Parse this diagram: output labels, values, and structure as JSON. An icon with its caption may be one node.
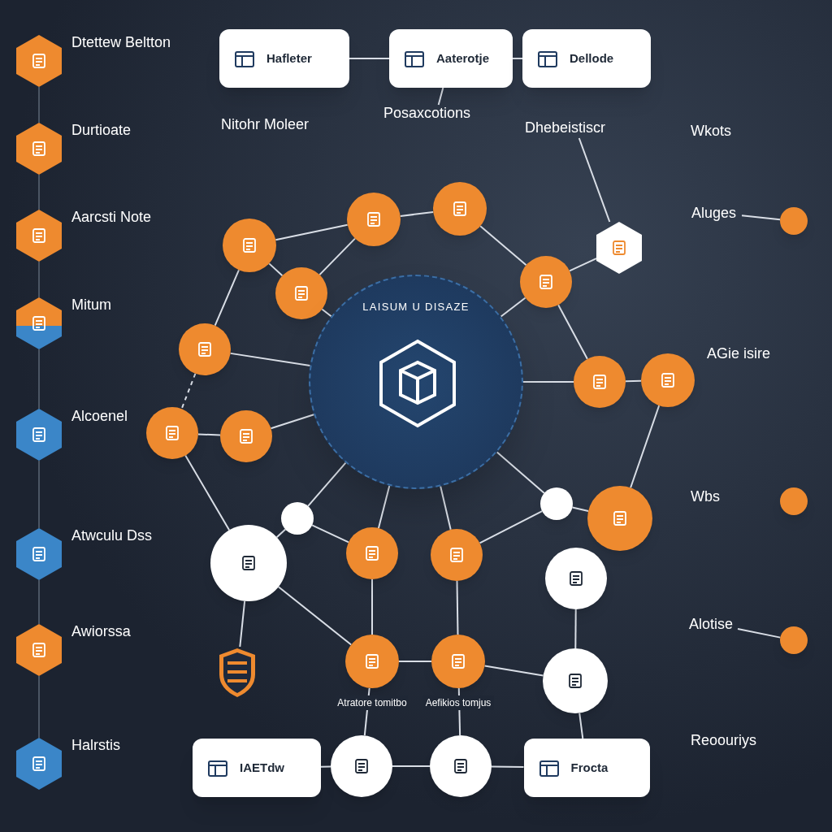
{
  "diagram": {
    "nodes": [
      {
        "text": [],
        "shape": "hexagon",
        "beside": [
          "Dtettew Beltton"
        ]
      },
      {
        "text": [],
        "shape": "hexagon",
        "beside": [
          "Durtioate"
        ]
      },
      {
        "text": [],
        "shape": "hexagon",
        "beside": [
          "Aarcsti Note"
        ]
      },
      {
        "text": [],
        "shape": "hexagon",
        "beside": [
          "Mitum"
        ]
      },
      {
        "text": [],
        "shape": "hexagon",
        "beside": [
          "Alcoenel"
        ]
      },
      {
        "text": [],
        "shape": "hexagon",
        "beside": [
          "Atwculu Dss"
        ]
      },
      {
        "text": [],
        "shape": "hexagon",
        "beside": [
          "Awiorssa"
        ]
      },
      {
        "text": [],
        "shape": "hexagon",
        "beside": [
          "Halrstis"
        ]
      },
      {
        "text": [
          "Hafleter"
        ]
      },
      {
        "text": [
          "Aaterotje"
        ]
      },
      {
        "text": [
          "Dellode"
        ]
      },
      {
        "text": [
          "Posaxcotions"
        ]
      },
      {
        "text": [],
        "shape": "circle"
      },
      {
        "text": [],
        "shape": "circle"
      },
      {
        "text": [],
        "shape": "circle"
      },
      {
        "text": [],
        "shape": "hexagon"
      },
      {
        "text": [],
        "shape": "circle"
      },
      {
        "text": [],
        "shape": "circle"
      },
      {
        "text": [
          "LAISUM U DISAZE"
        ]
      },
      {
        "text": [],
        "shape": "circle"
      },
      {
        "text": [],
        "shape": "circle"
      },
      {
        "text": [],
        "shape": "circle"
      },
      {
        "text": [],
        "shape": "circle"
      },
      {
        "text": [],
        "shape": "circle"
      },
      {
        "text": [],
        "shape": "circle"
      },
      {
        "text": [],
        "shape": "circle"
      },
      {
        "text": [],
        "shape": "circle"
      },
      {
        "text": [],
        "shape": "circle"
      },
      {
        "text": [],
        "shape": "circle"
      },
      {
        "text": [],
        "shape": "circle"
      },
      {
        "text": [],
        "shape": "circle"
      },
      {
        "text": [],
        "shape": "circle"
      },
      {
        "text": [],
        "shape": "circle"
      },
      {
        "text": [],
        "shape": "shield"
      },
      {
        "text": [],
        "shape": "circle"
      },
      {
        "text": [
          "IAETdw"
        ]
      },
      {
        "text": [],
        "shape": "circle"
      },
      {
        "text": [],
        "shape": "circle"
      },
      {
        "text": [
          "Frocta"
        ]
      },
      {
        "text": [
          "Aluges"
        ]
      },
      {
        "text": [],
        "shape": "circle"
      },
      {
        "text": [
          "Alotise"
        ]
      },
      {
        "text": [],
        "shape": "circle"
      },
      {
        "text": [],
        "shape": "circle"
      },
      {
        "text": [
          "Dhebeistiscr"
        ]
      }
    ],
    "edges": [
      {
        "from": 0,
        "to": 1,
        "arrow": "none",
        "color": "#4b5563"
      },
      {
        "from": 1,
        "to": 2,
        "arrow": "none",
        "color": "#4b5563"
      },
      {
        "from": 2,
        "to": 3,
        "arrow": "none",
        "color": "#4b5563"
      },
      {
        "from": 3,
        "to": 4,
        "arrow": "none",
        "color": "#4b5563"
      },
      {
        "from": 4,
        "to": 5,
        "arrow": "none",
        "color": "#4b5563"
      },
      {
        "from": 5,
        "to": 6,
        "arrow": "none",
        "color": "#4b5563"
      },
      {
        "from": 6,
        "to": 7,
        "arrow": "none",
        "color": "#4b5563"
      },
      {
        "from": 8,
        "to": 9,
        "arrow": "none"
      },
      {
        "from": 9,
        "to": 10,
        "arrow": "none"
      },
      {
        "from": 9,
        "to": 11,
        "arrow": "none"
      },
      {
        "from": 14,
        "to": 12,
        "arrow": "none"
      },
      {
        "from": 12,
        "to": 13,
        "arrow": "none"
      },
      {
        "from": 12,
        "to": 16,
        "arrow": "none"
      },
      {
        "from": 13,
        "to": 17,
        "arrow": "none"
      },
      {
        "from": 16,
        "to": 14,
        "arrow": "none"
      },
      {
        "from": 16,
        "to": 18,
        "arrow": "none"
      },
      {
        "from": 14,
        "to": 19,
        "arrow": "none"
      },
      {
        "from": 19,
        "to": 18,
        "arrow": "none"
      },
      {
        "from": 19,
        "to": 22,
        "arrow": "none",
        "style": "dashed"
      },
      {
        "from": 22,
        "to": 23,
        "arrow": "none"
      },
      {
        "from": 23,
        "to": 18,
        "arrow": "none"
      },
      {
        "from": 22,
        "to": 29,
        "arrow": "none"
      },
      {
        "from": 25,
        "to": 18,
        "arrow": "none"
      },
      {
        "from": 25,
        "to": 29,
        "arrow": "none"
      },
      {
        "from": 25,
        "to": 27,
        "arrow": "none"
      },
      {
        "from": 27,
        "to": 18,
        "arrow": "none"
      },
      {
        "from": 28,
        "to": 18,
        "arrow": "none"
      },
      {
        "from": 28,
        "to": 24,
        "arrow": "none"
      },
      {
        "from": 24,
        "to": 18,
        "arrow": "none"
      },
      {
        "from": 24,
        "to": 26,
        "arrow": "none"
      },
      {
        "from": 17,
        "to": 15,
        "arrow": "none"
      },
      {
        "from": 17,
        "to": 18,
        "arrow": "none"
      },
      {
        "from": 17,
        "to": 20,
        "arrow": "none"
      },
      {
        "from": 20,
        "to": 21,
        "arrow": "none"
      },
      {
        "from": 20,
        "to": 18,
        "arrow": "none"
      },
      {
        "from": 21,
        "to": 26,
        "arrow": "none"
      },
      {
        "from": 30,
        "to": 34,
        "arrow": "none"
      },
      {
        "from": 34,
        "to": 32,
        "arrow": "none"
      },
      {
        "from": 27,
        "to": 31,
        "arrow": "none"
      },
      {
        "from": 28,
        "to": 32,
        "arrow": "none"
      },
      {
        "from": 31,
        "to": 32,
        "arrow": "none"
      },
      {
        "from": 31,
        "to": 36,
        "arrow": "none"
      },
      {
        "from": 32,
        "to": 37,
        "arrow": "none"
      },
      {
        "from": 36,
        "to": 37,
        "arrow": "none"
      },
      {
        "from": 29,
        "to": 33,
        "arrow": "none"
      },
      {
        "from": 29,
        "to": 31,
        "arrow": "none"
      },
      {
        "from": 36,
        "to": 35,
        "arrow": "none"
      },
      {
        "from": 37,
        "to": 38,
        "arrow": "none"
      },
      {
        "from": 34,
        "to": 38,
        "arrow": "none"
      },
      {
        "from": 39,
        "to": 40,
        "arrow": "none"
      },
      {
        "from": 41,
        "to": 42,
        "arrow": "none"
      },
      {
        "from": 44,
        "to": 15,
        "arrow": "none"
      }
    ],
    "labels": [
      "Nitohr Moleer",
      "Wkots",
      "AGie isire",
      "Wbs",
      "Reoouriys",
      "Atratore tomitbo",
      "Aefikios tomjus"
    ]
  }
}
